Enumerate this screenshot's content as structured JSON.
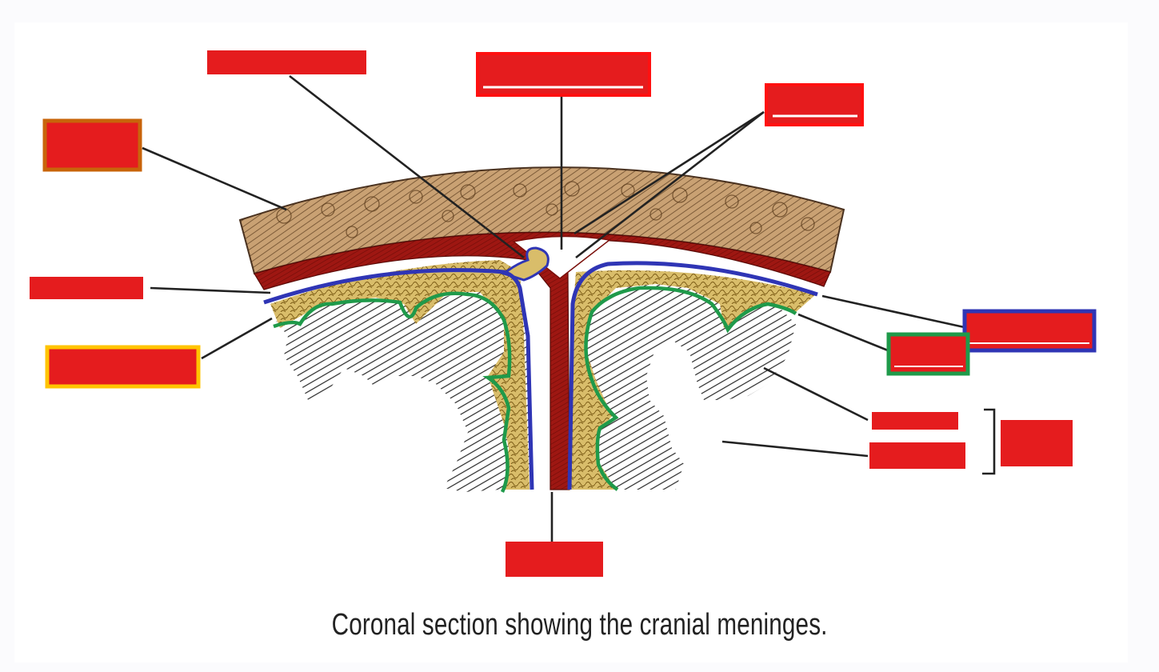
{
  "caption": "Coronal section showing the cranial meninges.",
  "colors": {
    "label_fill": "#e51c1e",
    "bone": "#c19a6b",
    "dura": "#9b1410",
    "arachnoid_outline": "#2f35b5",
    "pia_outline": "#1f9a4a",
    "subarachnoid_fill": "#d8b960",
    "brain_hatch": "#2a2a2a"
  },
  "labels": [
    {
      "id": "label-top-left",
      "outline": "none"
    },
    {
      "id": "label-top-center",
      "outline": "red"
    },
    {
      "id": "label-top-right",
      "outline": "red"
    },
    {
      "id": "label-bone",
      "outline": "orange"
    },
    {
      "id": "label-left-middle",
      "outline": "none"
    },
    {
      "id": "label-left-lower",
      "outline": "yellow"
    },
    {
      "id": "label-arachnoid",
      "outline": "blue"
    },
    {
      "id": "label-pia",
      "outline": "green"
    },
    {
      "id": "label-right-grey-1",
      "outline": "none"
    },
    {
      "id": "label-right-white-2",
      "outline": "none"
    },
    {
      "id": "label-bracket-group",
      "outline": "none"
    },
    {
      "id": "label-bottom-falx",
      "outline": "none"
    }
  ]
}
